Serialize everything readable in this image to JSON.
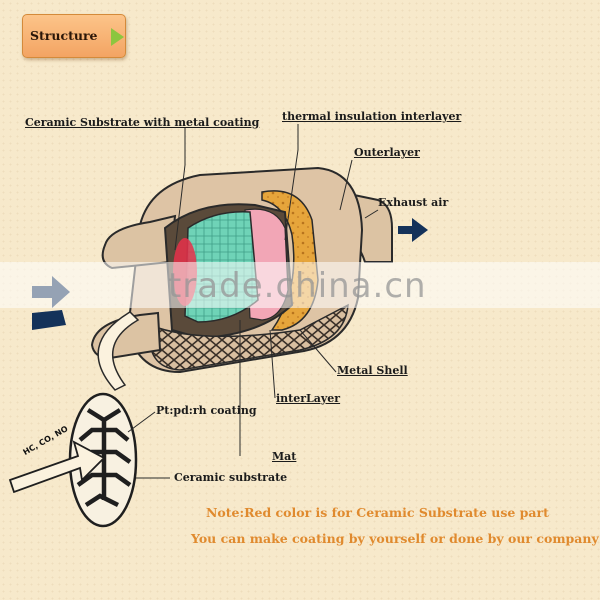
{
  "header": {
    "title": "Structure"
  },
  "labels": {
    "ceramic_substrate_metal": "Ceramic Substrate with metal coating",
    "thermal_insulation": "thermal insulation interlayer",
    "outerlayer": "Outerlayer",
    "exhaust_air": "Exhaust air",
    "metal_shell": "Metal Shell",
    "interlayer": "interLayer",
    "pt_pd_rh": "Pt:pd:rh coating",
    "mat": "Mat",
    "ceramic_substrate": "Ceramic substrate",
    "inlet_gases": "HC, CO, NO"
  },
  "notes": {
    "line1": "Note:Red color is for Ceramic Substrate use part",
    "line2": "You can make coating by yourself or done by our company"
  },
  "watermark": "trade.china.cn",
  "colors": {
    "background": "#f7e9cb",
    "note_text": "#e08a2e",
    "tab_arrow": "#8cc63f",
    "substrate": "#6fd3b7",
    "coating": "#f2a6b6",
    "insulation": "#e6a53b",
    "shell": "#dec4a5",
    "flow_arrow": "#14325a"
  }
}
